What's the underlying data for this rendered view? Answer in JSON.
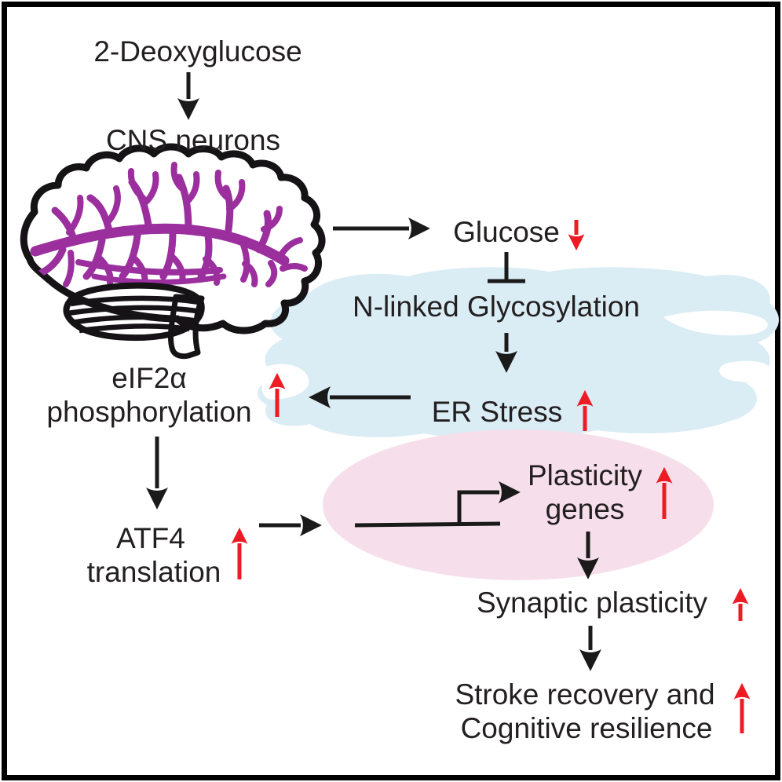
{
  "figure": {
    "type": "pathway-diagram",
    "labels": {
      "deoxyglucose": "2-Deoxyglucose",
      "cns_neurons": "CNS neurons",
      "glucose": "Glucose",
      "n_linked_glycosylation": "N-linked Glycosylation",
      "er_stress": "ER Stress",
      "eif2a_line1": "eIF2α",
      "eif2a_line2": "phosphorylation",
      "atf4_line1": "ATF4",
      "atf4_line2": "translation",
      "plasticity_line1": "Plasticity",
      "plasticity_line2": "genes",
      "synaptic_plasticity": "Synaptic plasticity",
      "outcome_line1": "Stroke recovery and",
      "outcome_line2": "Cognitive resilience"
    },
    "trends": {
      "glucose": "down",
      "er_stress": "up",
      "eif2a_phosphorylation": "up",
      "atf4_translation": "up",
      "plasticity_genes": "up",
      "synaptic_plasticity": "up",
      "stroke_recovery_cognitive_resilience": "up"
    },
    "relations": [
      "2-Deoxyglucose -> CNS neurons",
      "CNS neurons -> Glucose (decreased)",
      "Glucose -| N-linked Glycosylation",
      "N-linked Glycosylation -> ER Stress (increased)",
      "ER Stress -> eIF2α phosphorylation (increased)",
      "eIF2α phosphorylation -> ATF4 translation (increased)",
      "ATF4 translation -> Plasticity genes (increased)",
      "Plasticity genes -> Synaptic plasticity (increased)",
      "Synaptic plasticity -> Stroke recovery and Cognitive resilience (increased)"
    ],
    "colors": {
      "accent_red": "#ed1c24",
      "line_black": "#1a1a1a",
      "text_black": "#231f20",
      "brain_fill": "#f5cfae",
      "cerebellum_fill": "#f8d2c6",
      "vessel_purple": "#9b2f9e",
      "er_blob_blue": "#daecf4",
      "nucleus_pink": "#f6dfeb",
      "background": "#ffffff"
    },
    "icons": {
      "brain": "brain-icon",
      "gene_promoter": "gene-promoter-icon",
      "increase": "red-up-arrow-icon",
      "decrease": "red-down-arrow-icon",
      "inhibition": "inhibition-tbar-icon"
    }
  }
}
